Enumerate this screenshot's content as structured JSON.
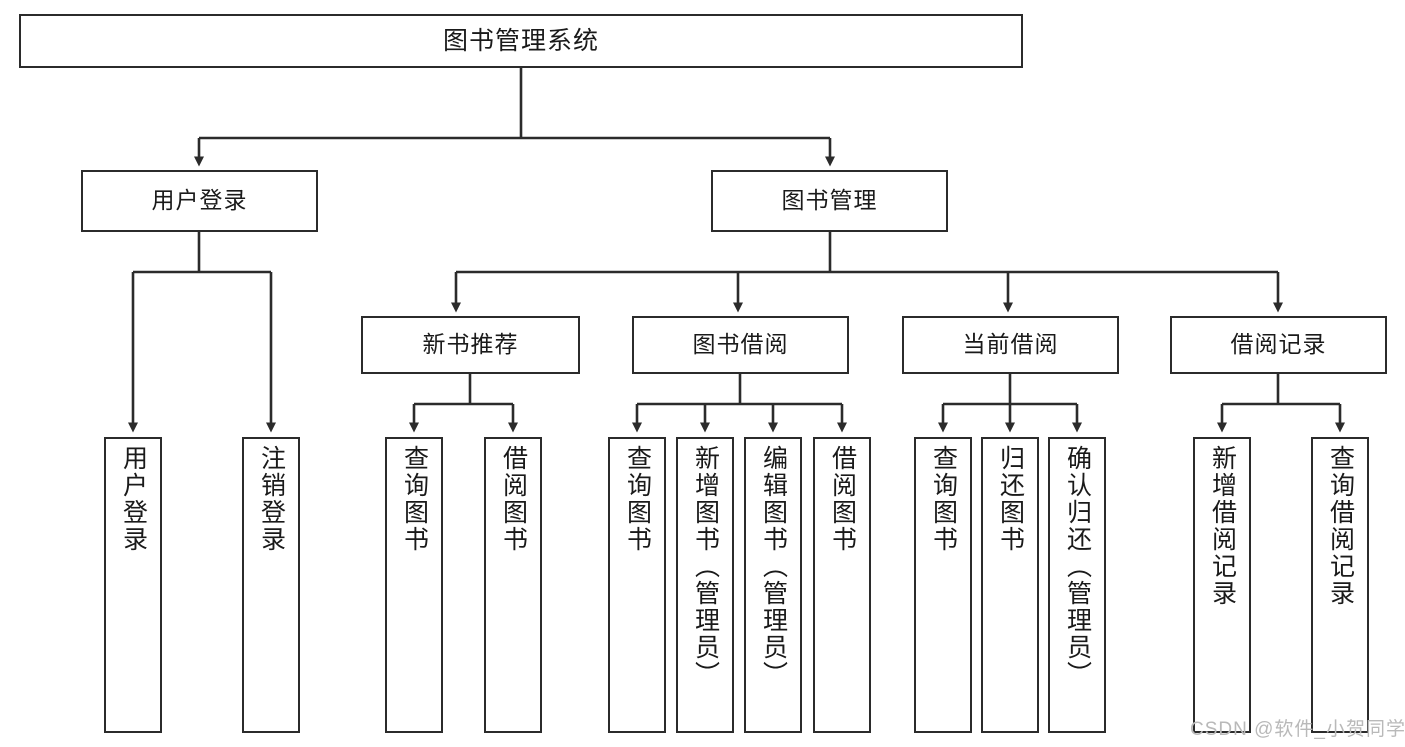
{
  "diagram": {
    "type": "tree-hierarchy",
    "title": "图书管理系统",
    "watermark": "CSDN @软件_小贺同学",
    "colors": {
      "stroke": "#2b2b2b",
      "fill": "#ffffff",
      "text": "#1a1a1a",
      "watermark": "#b9b9b9"
    },
    "nodes": {
      "root": "图书管理系统",
      "level2": [
        "用户登录",
        "图书管理"
      ],
      "level3": [
        "新书推荐",
        "图书借阅",
        "当前借阅",
        "借阅记录"
      ],
      "leaves": {
        "user_login": [
          "用户登录",
          "注销登录"
        ],
        "new_book": [
          "查询图书",
          "借阅图书"
        ],
        "book_borrow": [
          "查询图书",
          "新增图书（管理员）",
          "编辑图书（管理员）",
          "借阅图书"
        ],
        "current_borrow": [
          "查询图书",
          "归还图书",
          "确认归还（管理员）"
        ],
        "borrow_record": [
          "新增借阅记录",
          "查询借阅记录"
        ]
      }
    }
  }
}
